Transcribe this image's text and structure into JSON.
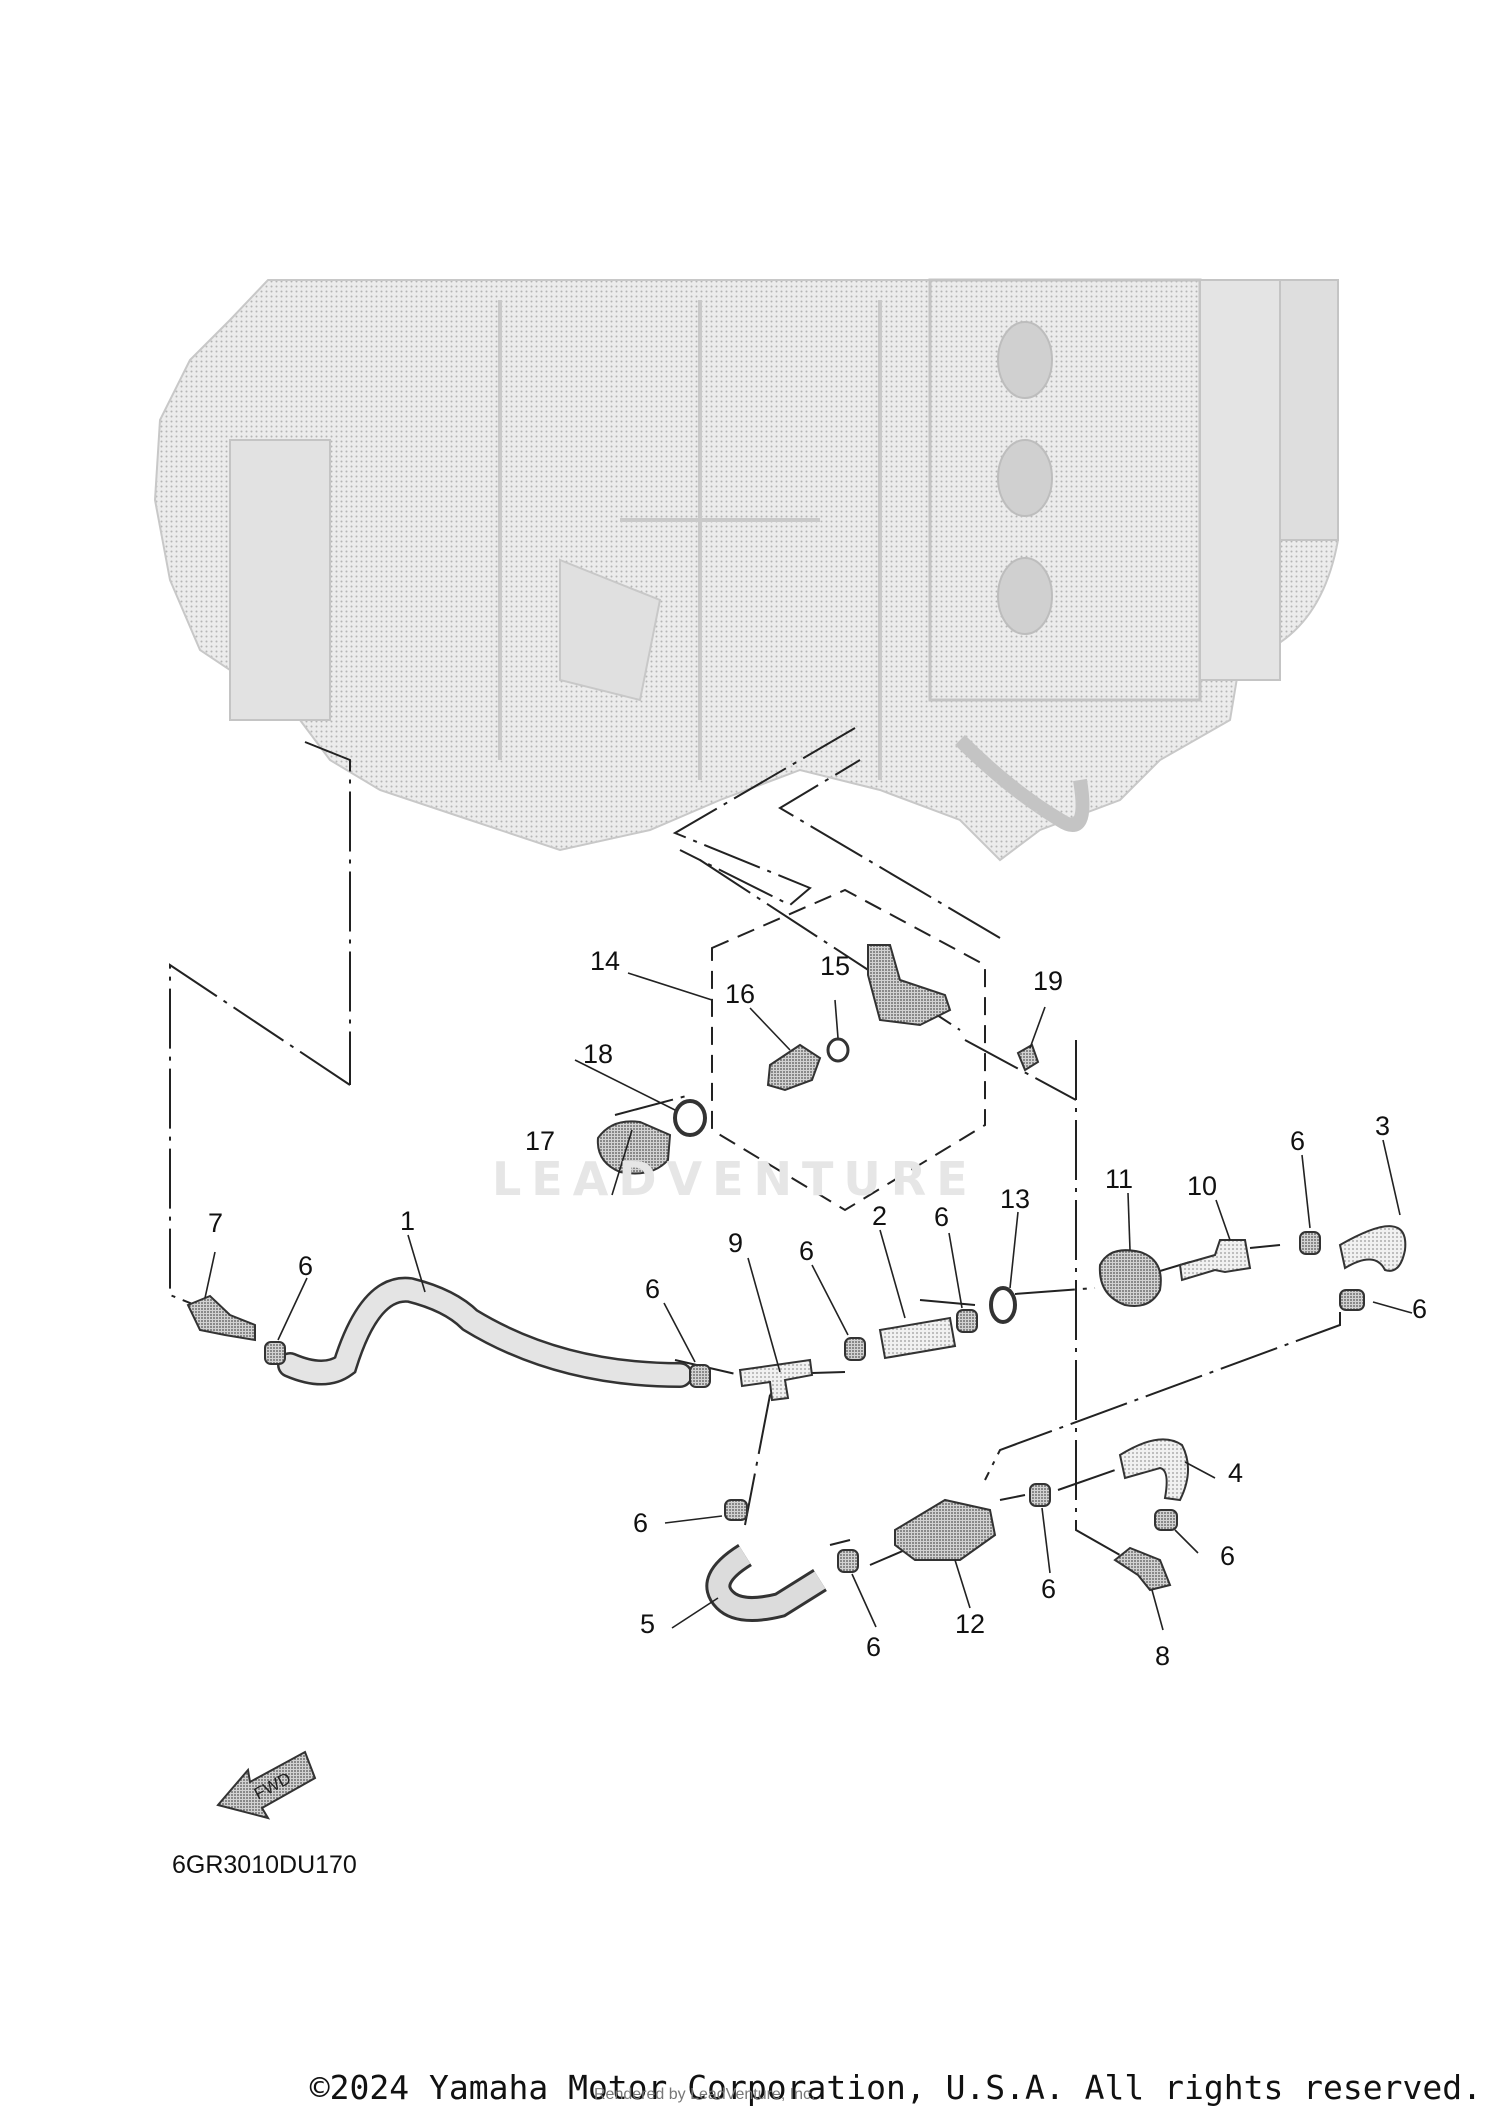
{
  "diagram": {
    "code": "6GR3010DU170",
    "fwd_label": "FWD",
    "watermark": "LEADVENTURE",
    "callouts": [
      {
        "id": "c1",
        "label": "1"
      },
      {
        "id": "c2",
        "label": "2"
      },
      {
        "id": "c3",
        "label": "3"
      },
      {
        "id": "c4",
        "label": "4"
      },
      {
        "id": "c5",
        "label": "5"
      },
      {
        "id": "c6a",
        "label": "6"
      },
      {
        "id": "c6b",
        "label": "6"
      },
      {
        "id": "c6c",
        "label": "6"
      },
      {
        "id": "c6d",
        "label": "6"
      },
      {
        "id": "c6e",
        "label": "6"
      },
      {
        "id": "c6f",
        "label": "6"
      },
      {
        "id": "c6g",
        "label": "6"
      },
      {
        "id": "c6h",
        "label": "6"
      },
      {
        "id": "c6i",
        "label": "6"
      },
      {
        "id": "c6j",
        "label": "6"
      },
      {
        "id": "c7",
        "label": "7"
      },
      {
        "id": "c8",
        "label": "8"
      },
      {
        "id": "c9",
        "label": "9"
      },
      {
        "id": "c10",
        "label": "10"
      },
      {
        "id": "c11",
        "label": "11"
      },
      {
        "id": "c12",
        "label": "12"
      },
      {
        "id": "c13",
        "label": "13"
      },
      {
        "id": "c14",
        "label": "14"
      },
      {
        "id": "c15",
        "label": "15"
      },
      {
        "id": "c16",
        "label": "16"
      },
      {
        "id": "c17",
        "label": "17"
      },
      {
        "id": "c18",
        "label": "18"
      },
      {
        "id": "c19",
        "label": "19"
      }
    ]
  },
  "footer": {
    "copyright": "©2024 Yamaha Motor Corporation, U.S.A. All rights reserved.",
    "rendered_by": "Rendered by LeadVenture, Inc."
  },
  "colors": {
    "engine_fill": "#d9d9d9",
    "line": "#222222",
    "background": "#ffffff"
  }
}
